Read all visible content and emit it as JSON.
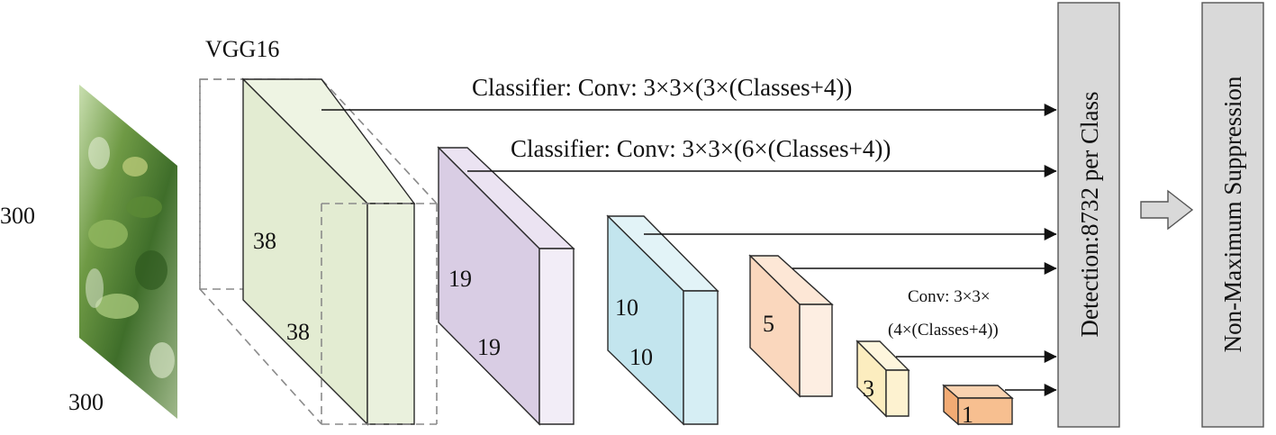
{
  "input": {
    "height_label": "300",
    "width_label": "300"
  },
  "backbone": {
    "title": "VGG16"
  },
  "feature_maps": [
    {
      "h": "38",
      "w": "38",
      "color": "#e3ecd2"
    },
    {
      "h": "19",
      "w": "19",
      "color": "#d9cde4"
    },
    {
      "h": "10",
      "w": "10",
      "color": "#c3e5ee"
    },
    {
      "h": "5",
      "w": "",
      "color": "#fad7bd"
    },
    {
      "h": "3",
      "w": "",
      "color": "#fcedbf"
    },
    {
      "h": "1",
      "w": "",
      "color": "#f7bf90"
    }
  ],
  "classifiers": {
    "first": "Classifier: Conv: 3×3×(3×(Classes+4))",
    "second": "Classifier: Conv: 3×3×(6×(Classes+4))",
    "small_line1": "Conv: 3×3×",
    "small_line2": "(4×(Classes+4))"
  },
  "detection": {
    "label": "Detection:8732 per Class",
    "color": "#d9d9d9"
  },
  "nms": {
    "label": "Non-Maximum Suppression",
    "color": "#d9d9d9"
  }
}
